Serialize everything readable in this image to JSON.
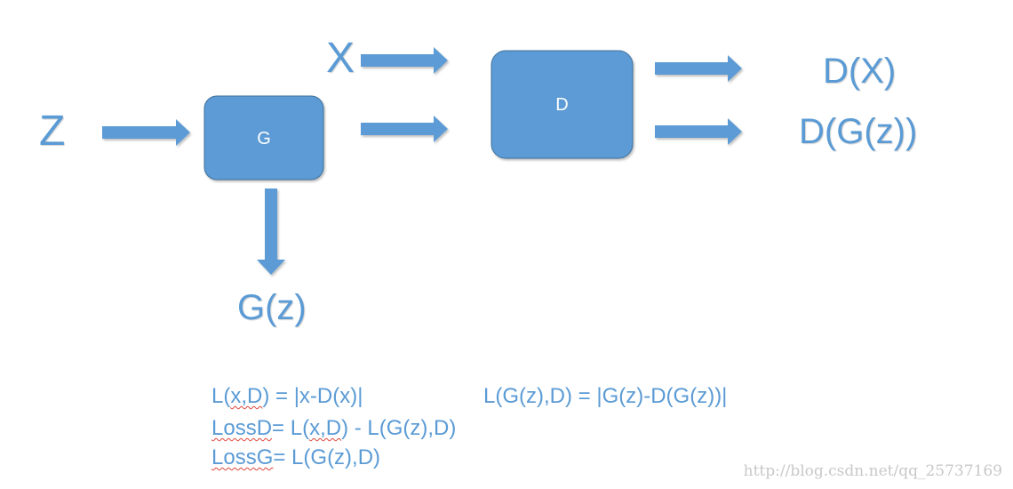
{
  "colors": {
    "node_fill": "#5b9bd5",
    "node_stroke": "#41719c",
    "arrow_fill": "#5b9bd5",
    "label_color": "#5b9bd5",
    "text_on_node": "#ffffff",
    "spellcheck_underline": "#e0453a",
    "watermark": "#c8c8c8"
  },
  "labels": {
    "z": "Z",
    "x": "X",
    "g_z": "G(z)",
    "d_x": "D(X)",
    "d_g_z": "D(G(z))"
  },
  "nodes": {
    "generator": "G",
    "discriminator": "D"
  },
  "formulas": {
    "line1_left_prefix": "L(",
    "line1_left_underlined": "x,D",
    "line1_left_suffix": ") = |x-D(x)|",
    "line1_right": "L(G(z),D) = |G(z)-D(G(z))|",
    "line2_underlined_a": "LossD",
    "line2_mid": "= L(",
    "line2_underlined_b": "x,D",
    "line2_suffix": ") - L(G(z),D)",
    "line3_underlined": "LossG",
    "line3_suffix": "= L(G(z),D)"
  },
  "watermark": "http://blog.csdn.net/qq_25737169"
}
